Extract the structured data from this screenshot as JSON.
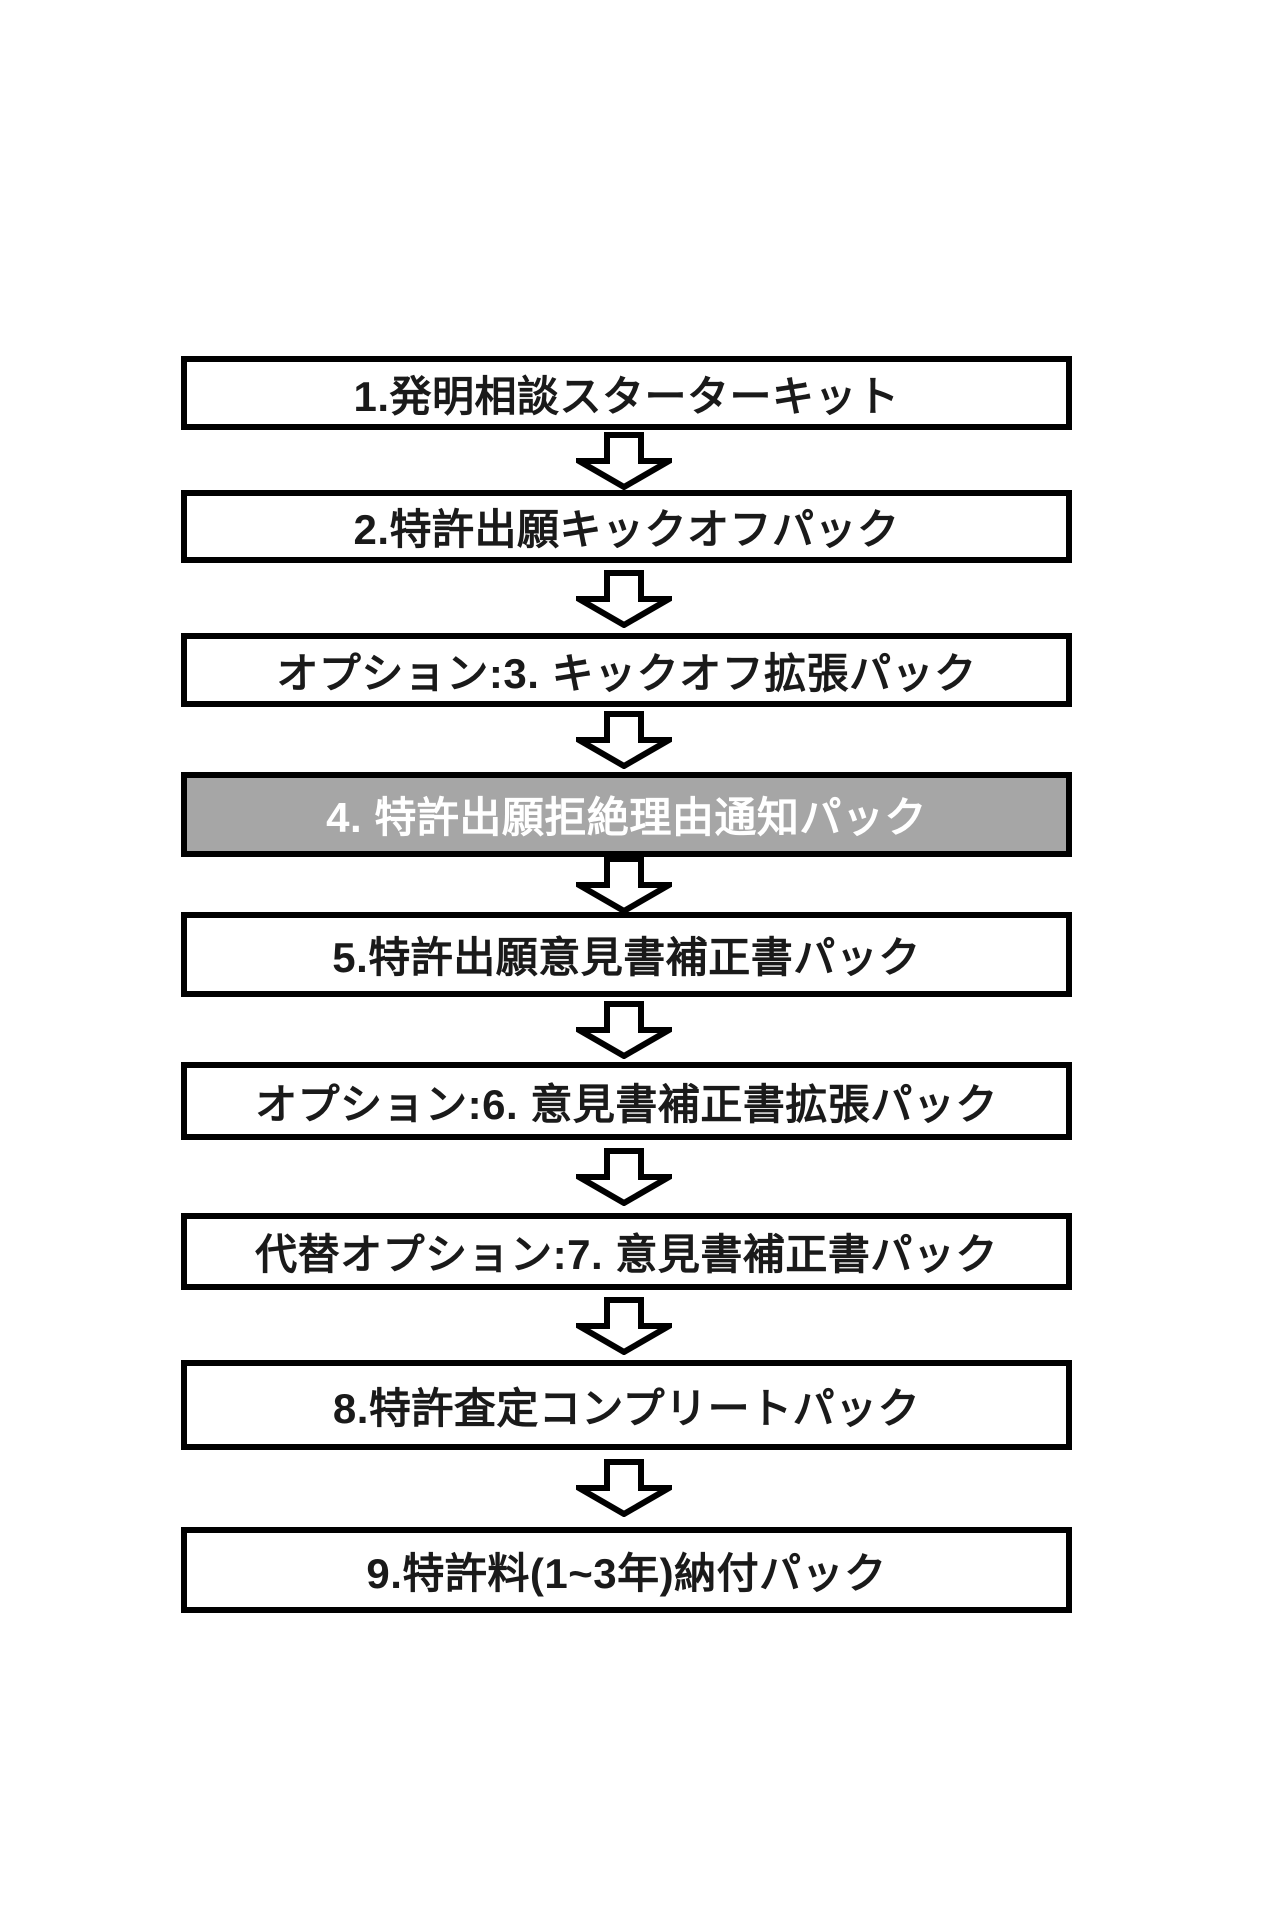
{
  "flowchart": {
    "title": "patent-service-flow",
    "steps": [
      {
        "label": "1.発明相談スターターキット",
        "highlighted": false
      },
      {
        "label": "2.特許出願キックオフパック",
        "highlighted": false
      },
      {
        "label": "オプション:3. キックオフ拡張パック",
        "highlighted": false
      },
      {
        "label": "4. 特許出願拒絶理由通知パック",
        "highlighted": true
      },
      {
        "label": "5.特許出願意見書補正書パック",
        "highlighted": false
      },
      {
        "label": "オプション:6. 意見書補正書拡張パック",
        "highlighted": false
      },
      {
        "label": "代替オプション:7. 意見書補正書パック",
        "highlighted": false
      },
      {
        "label": "8.特許査定コンプリートパック",
        "highlighted": false
      },
      {
        "label": "9.特許料(1~3年)納付パック",
        "highlighted": false
      }
    ],
    "connector": "down-block-arrow",
    "colors": {
      "box_background": "#ffffff",
      "box_border": "#000000",
      "text": "#1a1a1a",
      "highlight_background": "#a6a6a6",
      "highlight_text": "#ffffff",
      "arrow_fill": "#ffffff",
      "arrow_stroke": "#000000"
    }
  }
}
